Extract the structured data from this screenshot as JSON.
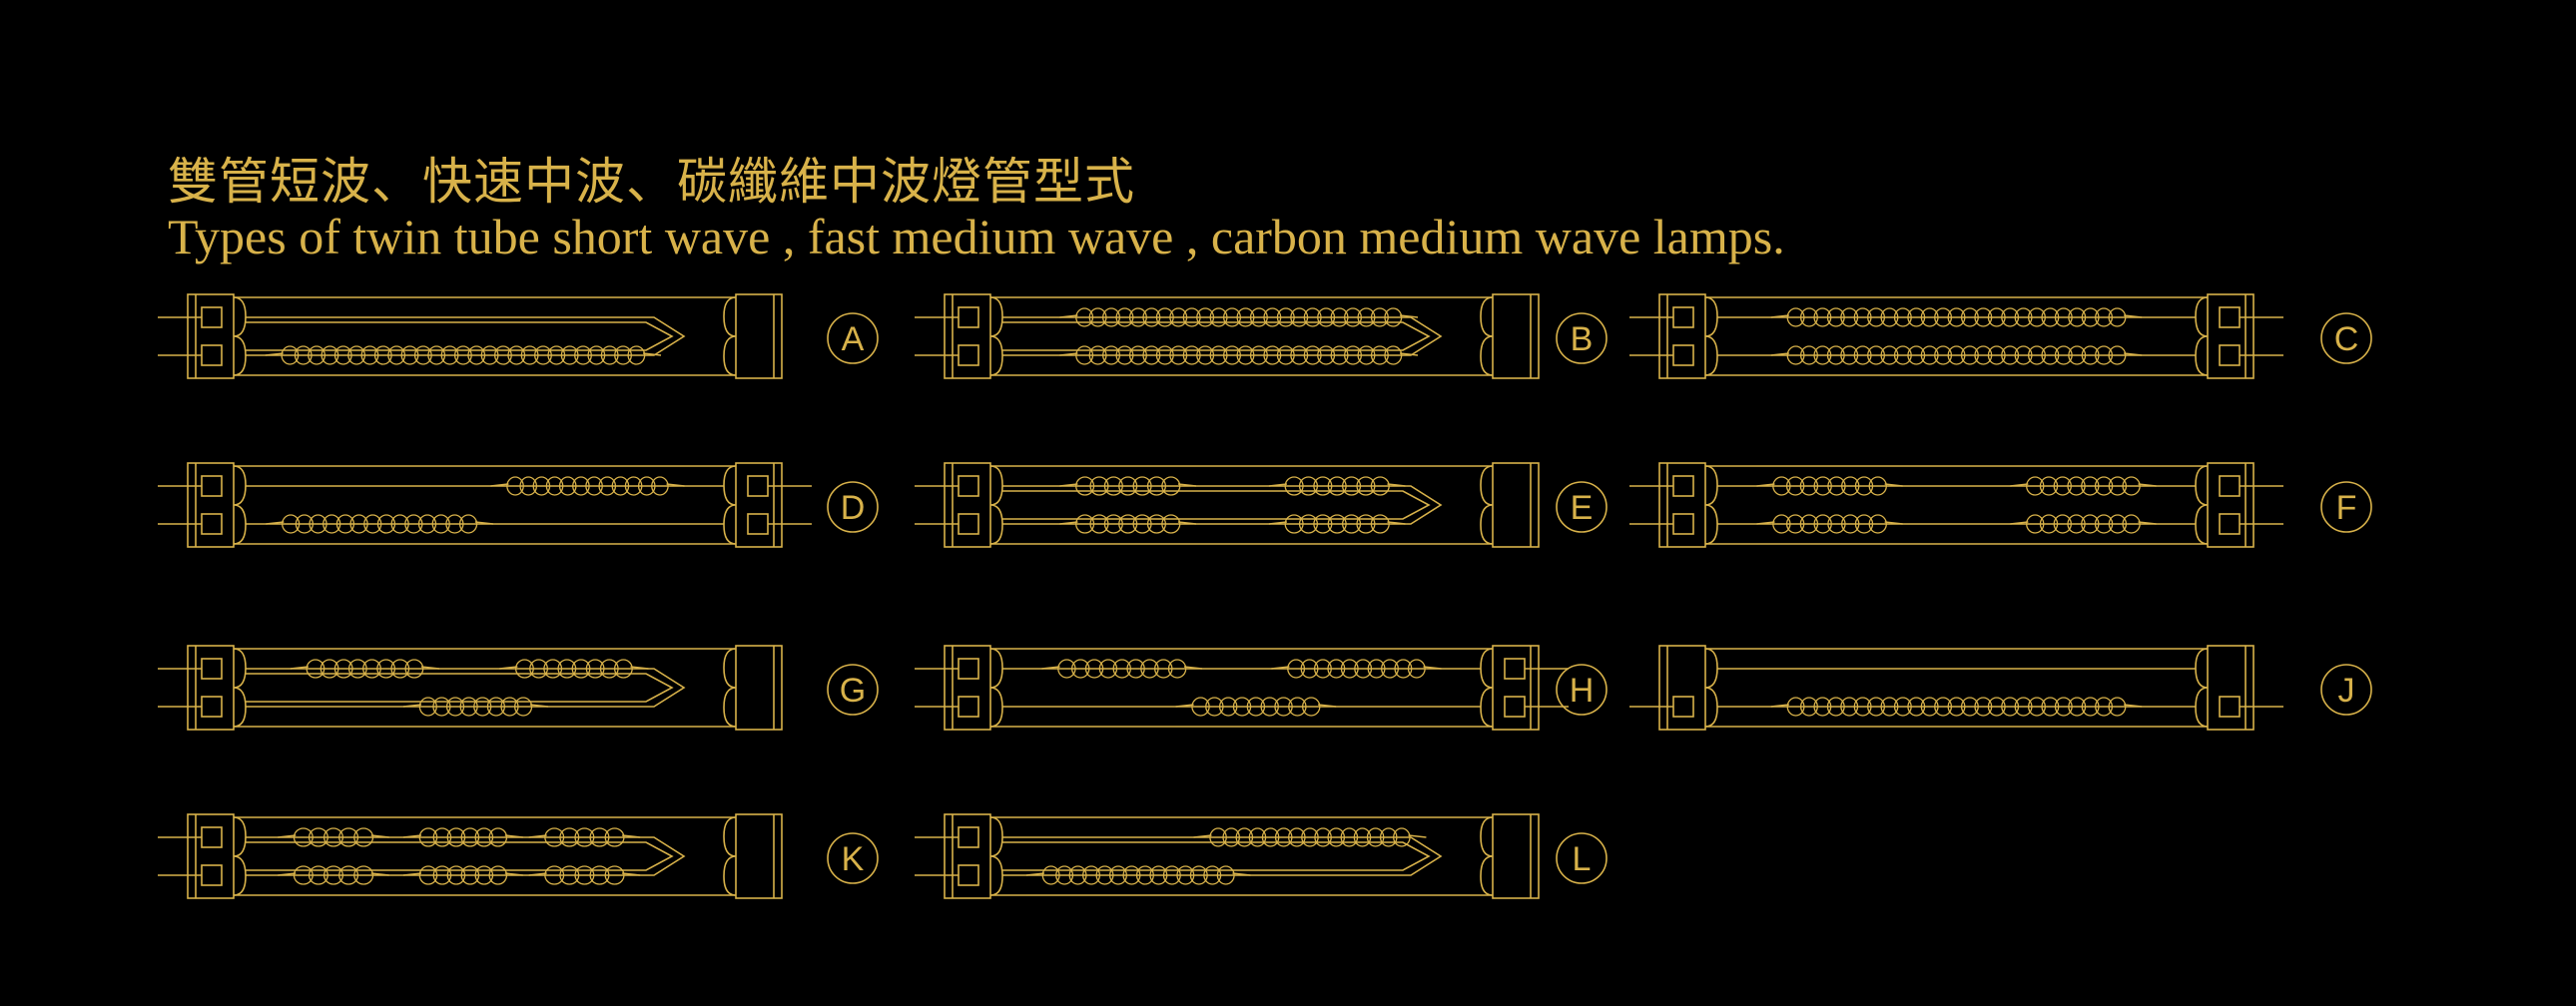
{
  "title": {
    "zh": "雙管短波、快速中波、碳纖維中波燈管型式",
    "en": "Types of twin tube short wave , fast medium wave , carbon medium wave lamps."
  },
  "colors": {
    "background": "#000000",
    "line": "#d8b24a"
  },
  "lamps": [
    {
      "label": "A",
      "left_term": "double",
      "right_term": "none",
      "right_end": "loop",
      "top_coils": [],
      "bottom_coils": [
        [
          0.09,
          0.95
        ]
      ]
    },
    {
      "label": "B",
      "left_term": "double",
      "right_term": "none",
      "right_end": "loop",
      "top_coils": [
        [
          0.18,
          0.95
        ]
      ],
      "bottom_coils": [
        [
          0.18,
          0.95
        ]
      ]
    },
    {
      "label": "C",
      "left_term": "double",
      "right_term": "double",
      "right_end": "open",
      "top_coils": [
        [
          0.15,
          0.85
        ]
      ],
      "bottom_coils": [
        [
          0.15,
          0.85
        ]
      ]
    },
    {
      "label": "D",
      "left_term": "double",
      "right_term": "double",
      "right_end": "open",
      "top_coils": [
        [
          0.55,
          0.88
        ]
      ],
      "bottom_coils": [
        [
          0.08,
          0.48
        ]
      ]
    },
    {
      "label": "E",
      "left_term": "double",
      "right_term": "none",
      "right_end": "loop",
      "top_coils": [
        [
          0.18,
          0.42
        ],
        [
          0.68,
          0.92
        ]
      ],
      "bottom_coils": [
        [
          0.18,
          0.42
        ],
        [
          0.68,
          0.92
        ]
      ]
    },
    {
      "label": "F",
      "left_term": "double",
      "right_term": "double",
      "right_end": "open",
      "top_coils": [
        [
          0.12,
          0.35
        ],
        [
          0.65,
          0.88
        ]
      ],
      "bottom_coils": [
        [
          0.12,
          0.35
        ],
        [
          0.65,
          0.88
        ]
      ]
    },
    {
      "label": "G",
      "left_term": "double",
      "right_term": "none",
      "right_end": "loop",
      "top_coils": [
        [
          0.15,
          0.42
        ],
        [
          0.65,
          0.92
        ]
      ],
      "bottom_coils": [
        [
          0.42,
          0.68
        ]
      ]
    },
    {
      "label": "H",
      "left_term": "double",
      "right_term": "double",
      "right_end": "open",
      "top_coils": [
        [
          0.12,
          0.38
        ],
        [
          0.6,
          0.88
        ]
      ],
      "bottom_coils": [
        [
          0.4,
          0.66
        ]
      ]
    },
    {
      "label": "J",
      "left_term": "single",
      "right_term": "single",
      "right_end": "open",
      "top_coils": [],
      "bottom_coils": [
        [
          0.15,
          0.85
        ]
      ]
    },
    {
      "label": "K",
      "left_term": "double",
      "right_term": "none",
      "right_end": "loop",
      "top_coils": [
        [
          0.12,
          0.3
        ],
        [
          0.42,
          0.62
        ],
        [
          0.72,
          0.9
        ]
      ],
      "bottom_coils": [
        [
          0.12,
          0.3
        ],
        [
          0.42,
          0.62
        ],
        [
          0.72,
          0.9
        ]
      ]
    },
    {
      "label": "L",
      "left_term": "double",
      "right_term": "none",
      "right_end": "loop",
      "top_coils": [
        [
          0.5,
          0.97
        ]
      ],
      "bottom_coils": [
        [
          0.1,
          0.55
        ]
      ]
    }
  ]
}
